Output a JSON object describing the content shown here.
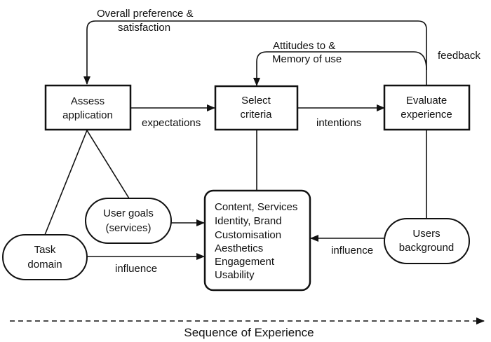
{
  "nodes": {
    "assess": [
      "Assess",
      "application"
    ],
    "select": [
      "Select",
      "criteria"
    ],
    "evaluate": [
      "Evaluate",
      "experience"
    ],
    "user_goals": [
      "User goals",
      "(services)"
    ],
    "task_domain": [
      "Task",
      "domain"
    ],
    "users_background": [
      "Users",
      "background"
    ],
    "criteria_list": [
      "Content, Services",
      "Identity, Brand",
      "Customisation",
      "Aesthetics",
      "Engagement",
      "Usability"
    ]
  },
  "edges": {
    "overall_preference": [
      "Overall preference &",
      "satisfaction"
    ],
    "attitudes": [
      "Attitudes to &",
      "Memory of use"
    ],
    "feedback": "feedback",
    "expectations": "expectations",
    "intentions": "intentions",
    "influence_left": "influence",
    "influence_right": "influence"
  },
  "footer": {
    "sequence_label": "Sequence of Experience"
  }
}
